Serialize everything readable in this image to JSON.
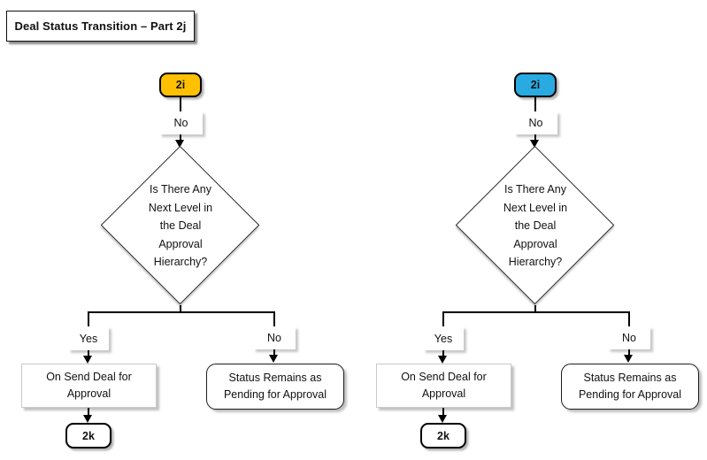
{
  "title": "Deal Status Transition – Part 2j",
  "colors": {
    "left_entry": "#FFC000",
    "right_entry": "#29ABE2",
    "connector": "#000000"
  },
  "charts": [
    {
      "name": "left",
      "entry": {
        "label": "2i",
        "color": "#FFC000"
      },
      "pre_decision_label": "No",
      "decision": "Is There Any\nNext Level in\nthe Deal\nApproval\nHierarchy?",
      "branches": {
        "yes": {
          "label": "Yes",
          "result": "On Send Deal for\nApproval",
          "next": "2k"
        },
        "no": {
          "label": "No",
          "result": "Status Remains as\nPending for Approval"
        }
      }
    },
    {
      "name": "right",
      "entry": {
        "label": "2i",
        "color": "#29ABE2"
      },
      "pre_decision_label": "No",
      "decision": "Is There Any\nNext Level in\nthe Deal\nApproval\nHierarchy?",
      "branches": {
        "yes": {
          "label": "Yes",
          "result": "On Send Deal for\nApproval",
          "next": "2k"
        },
        "no": {
          "label": "No",
          "result": "Status Remains as\nPending for Approval"
        }
      }
    }
  ]
}
